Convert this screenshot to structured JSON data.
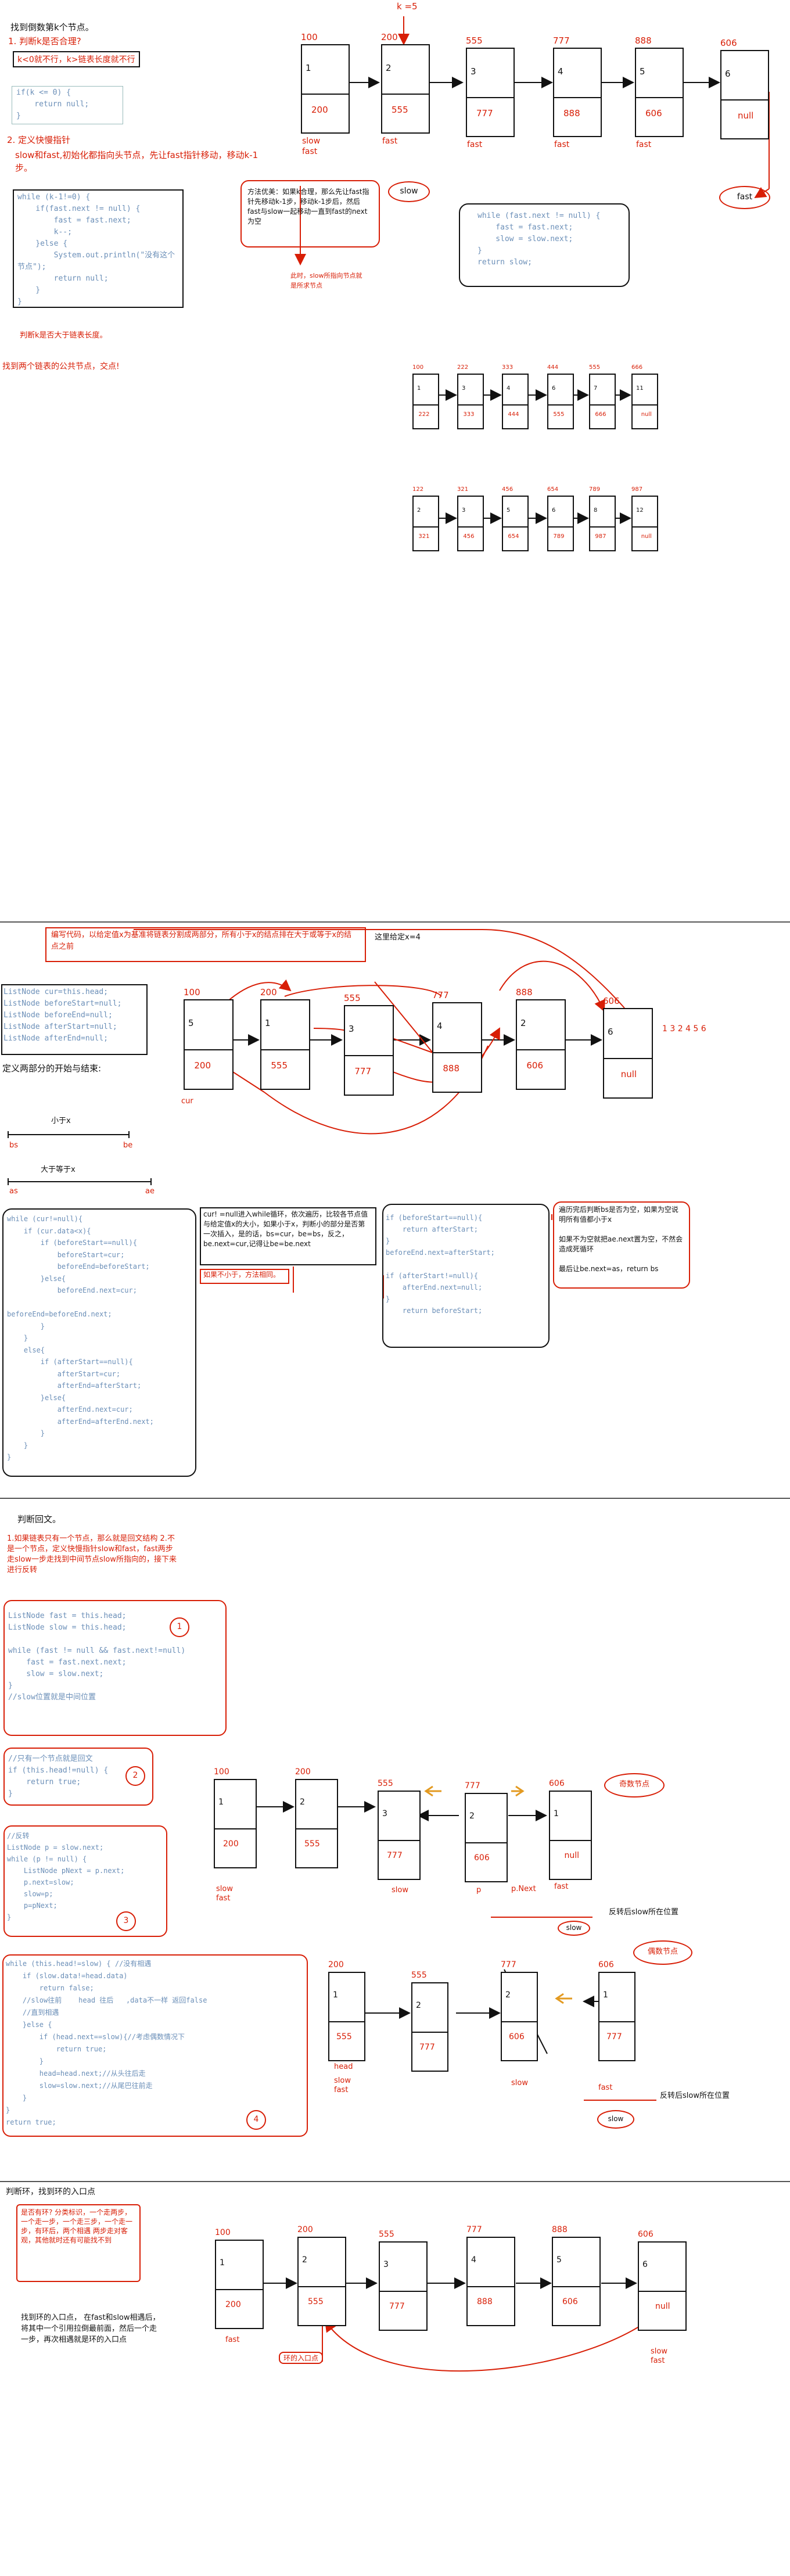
{
  "section1": {
    "title": "找到倒数第k个节点。",
    "k_label": "k =5",
    "judge_title": "1. 判断k是否合理?",
    "judge_box": "k<0就不行，k>链表长度就不行",
    "code_a": "if(k <= 0) {\n    return null;\n}",
    "def_title": "2. 定义快慢指针",
    "def_body": "slow和fast,初始化都指向头节点，先让fast指针移动，移动k-1步。",
    "code_b": "while (k-1!=0) {\n    if(fast.next != null) {\n        fast = fast.next;\n        k--;\n    }else {\n        System.out.println(\"没有这个\n节点\");\n        return null;\n    }\n}",
    "under_code": "判断k是否大于链表长度。",
    "note": "方法优美：如果k合理，那么先让fast指针先移动k-1步，移动k-1步后，然后fast与slow一起移动一直到fast的next为空",
    "note2": "此时，slow所指向节点就是所求节点",
    "code_c": "while (fast.next != null) {\n    fast = fast.next;\n    slow = slow.next;\n}\nreturn slow;",
    "slow_oval": "slow",
    "fast_oval": "fast",
    "nodes": [
      {
        "addr": "100",
        "val": "1",
        "next": "200",
        "tag": "slow\nfast"
      },
      {
        "addr": "200",
        "val": "2",
        "next": "555",
        "tag": "fast"
      },
      {
        "addr": "555",
        "val": "3",
        "next": "777",
        "tag": "fast"
      },
      {
        "addr": "777",
        "val": "4",
        "next": "888",
        "tag": "fast"
      },
      {
        "addr": "888",
        "val": "5",
        "next": "606",
        "tag": "fast"
      },
      {
        "addr": "606",
        "val": "6",
        "next": "null",
        "tag": ""
      }
    ]
  },
  "section2": {
    "title": "找到两个链表的公共节点，交点!",
    "list1": [
      {
        "addr": "100",
        "val": "1",
        "next": "222"
      },
      {
        "addr": "222",
        "val": "3",
        "next": "333"
      },
      {
        "addr": "333",
        "val": "4",
        "next": "444"
      },
      {
        "addr": "444",
        "val": "6",
        "next": "555"
      },
      {
        "addr": "555",
        "val": "7",
        "next": "666"
      },
      {
        "addr": "666",
        "val": "11",
        "next": "null"
      }
    ],
    "list2": [
      {
        "addr": "122",
        "val": "2",
        "next": "321"
      },
      {
        "addr": "321",
        "val": "3",
        "next": "456"
      },
      {
        "addr": "456",
        "val": "5",
        "next": "654"
      },
      {
        "addr": "654",
        "val": "6",
        "next": "789"
      },
      {
        "addr": "789",
        "val": "8",
        "next": "987"
      },
      {
        "addr": "987",
        "val": "12",
        "next": "null"
      }
    ]
  },
  "section3": {
    "title": "编写代码，以给定值x为基准将链表分割成两部分，所有小于x的结点排在大于或等于x的结点之前",
    "x_label": "这里给定x=4",
    "code_decl": "ListNode cur=this.head;\nListNode beforeStart=null;\nListNode beforeEnd=null;\nListNode afterStart=null;\nListNode afterEnd=null;",
    "def_label": "定义两部分的开始与结束:",
    "small": "小于x",
    "bs": "bs",
    "be": "be",
    "big": "大于等于x",
    "as": "as",
    "ae": "ae",
    "cur": "cur",
    "order": "1 3 2 4 5 6",
    "code_loop": "while (cur!=null){\n    if (cur.data<x){\n        if (beforeStart==null){\n            beforeStart=cur;\n            beforeEnd=beforeStart;\n        }else{\n            beforeEnd.next=cur;\n\nbeforeEnd=beforeEnd.next;\n        }\n    }\n    else{\n        if (afterStart==null){\n            afterStart=cur;\n            afterEnd=afterStart;\n        }else{\n            afterEnd.next=cur;\n            afterEnd=afterEnd.next;\n        }\n    }\n}",
    "note1": "cur! =null进入while循环，依次遍历，比较各节点值与给定值x的大小，如果小于x，判断小的部分是否第一次插入，是的话，bs=cur，be=bs，反之，be.next=cur,记得让be=be.next",
    "note2": "如果不小于，方法相同。",
    "code_ret": "if (beforeStart==null){\n    return afterStart;\n}\nbeforeEnd.next=afterStart;\n\nif (afterStart!=null){\n    afterEnd.next=null;\n}\n    return beforeStart;",
    "note3": "遍历完后判断bs是否为空，如果为空说明所有值都小于x\n\n如果不为空就把ae.next置为空，不然会造成死循环\n\n最后让be.next=as，return bs",
    "nodes": [
      {
        "addr": "100",
        "val": "5",
        "next": "200"
      },
      {
        "addr": "200",
        "val": "1",
        "next": "555"
      },
      {
        "addr": "555",
        "val": "3",
        "next": "777"
      },
      {
        "addr": "777",
        "val": "4",
        "next": "888"
      },
      {
        "addr": "888",
        "val": "2",
        "next": "606"
      },
      {
        "addr": "606",
        "val": "6",
        "next": "null"
      }
    ]
  },
  "section4": {
    "title": "判断回文。",
    "intro": "1.如果链表只有一个节点，那么就是回文结构\n2.不是一个节点，定义快慢指针slow和fast，fast两步走slow一步走找到中间节点slow所指向的，接下来进行反转",
    "code1": "ListNode fast = this.head;\nListNode slow = this.head;\n\nwhile (fast != null && fast.next!=null)\n    fast = fast.next.next;\n    slow = slow.next;\n}\n//slow位置就是中间位置",
    "code2": "//只有一个节点就是回文\nif (this.head!=null) {\n    return true;\n}",
    "code3": "//反转\nListNode p = slow.next;\nwhile (p != null) {\n    ListNode pNext = p.next;\n    p.next=slow;\n    slow=p;\n    p=pNext;\n}",
    "code4": "while (this.head!=slow) { //没有相遇\n    if (slow.data!=head.data)\n        return false;\n    //slow往前    head 往后   ,data不一样 返回false\n    //直到相遇\n    }else {\n        if (head.next==slow){//考虑偶数情况下\n            return true;\n        }\n        head=head.next;//从头往后走\n        slow=slow.next;//从尾巴往前走\n    }\n}\nreturn true;",
    "circ": [
      "1",
      "2",
      "3",
      "4"
    ],
    "odd": "奇数节点",
    "even": "偶数节点",
    "rev_after": "反转后slow所在位置",
    "rev_after2": "反转后slow所在位置",
    "slow": "slow",
    "fast": "fast",
    "head": "head",
    "p": "p",
    "pnext": "p.Next",
    "odd_nodes": [
      {
        "addr": "100",
        "val": "1",
        "next": "200"
      },
      {
        "addr": "200",
        "val": "2",
        "next": "555"
      },
      {
        "addr": "555",
        "val": "3",
        "next": "777"
      },
      {
        "addr": "777",
        "val": "2",
        "next": "606"
      },
      {
        "addr": "606",
        "val": "1",
        "next": "null"
      }
    ],
    "even_nodes": [
      {
        "addr": "200",
        "val": "1",
        "next": "555"
      },
      {
        "addr": "555",
        "val": "2",
        "next": "777"
      },
      {
        "addr": "777",
        "val": "2",
        "next": "606"
      },
      {
        "addr": "606",
        "val": "1",
        "next": "777"
      }
    ]
  },
  "section5": {
    "title": "判断环，找到环的入口点",
    "note1": "是否有环?\n分类标识，一个走两步，一个走一步，一个走三步，一个走一步，有环后，两个相遇\n两步走对客观，其他就时还有可能找不到",
    "note2": "找到环的入口点，\n在fast和slow相遇后，将其中一个引用拉倒最前面，然后一个走一步，再次相遇就是环的入口点",
    "entry": "环的入口点",
    "fast": "fast",
    "slowfast": "slow\nfast",
    "nodes": [
      {
        "addr": "100",
        "val": "1",
        "next": "200"
      },
      {
        "addr": "200",
        "val": "2",
        "next": "555"
      },
      {
        "addr": "555",
        "val": "3",
        "next": "777"
      },
      {
        "addr": "777",
        "val": "4",
        "next": "888"
      },
      {
        "addr": "888",
        "val": "5",
        "next": "606"
      },
      {
        "addr": "606",
        "val": "6",
        "next": "null"
      }
    ]
  }
}
